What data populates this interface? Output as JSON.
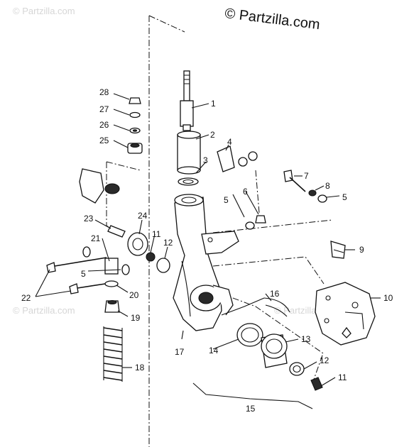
{
  "copyright": "© Partzilla.com",
  "watermarks": [
    "© Partzilla.com",
    "© Partzilla.com",
    "© Partzilla.com"
  ],
  "callouts": {
    "c1": "1",
    "c2": "2",
    "c3": "3",
    "c4": "4",
    "c5a": "5",
    "c5b": "5",
    "c5c": "5",
    "c6": "6",
    "c7": "7",
    "c8": "8",
    "c9": "9",
    "c10": "10",
    "c11a": "11",
    "c11b": "11",
    "c12a": "12",
    "c12b": "12",
    "c13": "13",
    "c14": "14",
    "c15": "15",
    "c16": "16",
    "c17": "17",
    "c18": "18",
    "c19": "19",
    "c20": "20",
    "c21": "21",
    "c22": "22",
    "c23": "23",
    "c24": "24",
    "c25": "25",
    "c26": "26",
    "c27": "27",
    "c28": "28"
  }
}
